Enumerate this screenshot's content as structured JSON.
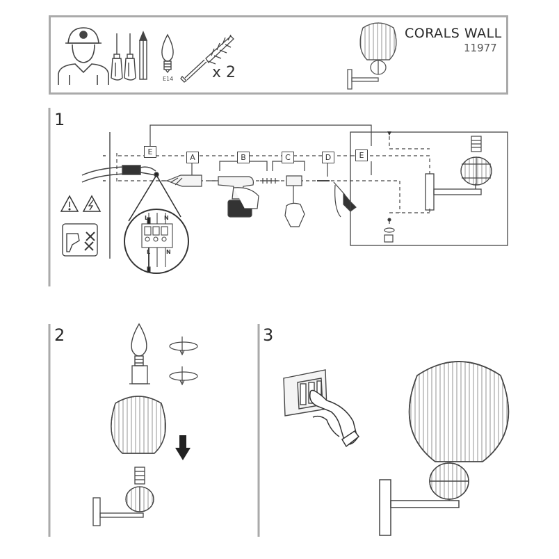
{
  "product": {
    "name": "CORALS WALL",
    "code": "11977"
  },
  "tools": {
    "bulb_label": "E14",
    "dowel_quantity": "x 2"
  },
  "steps": [
    {
      "number": "1"
    },
    {
      "number": "2"
    },
    {
      "number": "3"
    }
  ],
  "wiring_labels": {
    "a": "A",
    "b": "B",
    "c": "C",
    "d": "D",
    "e_left": "E",
    "e_right": "E"
  },
  "terminal": {
    "top_left": "L",
    "top_right": "N",
    "bottom_left": "L",
    "bottom_right": "N"
  },
  "colors": {
    "line": "#444444",
    "frame": "#999999",
    "fill_light": "#f4f4f4"
  }
}
